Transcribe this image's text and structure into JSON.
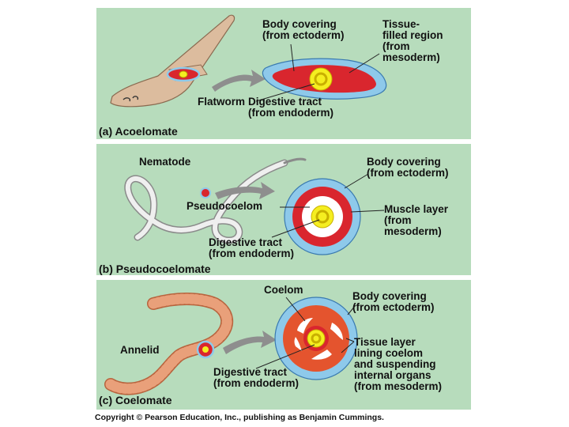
{
  "panels": {
    "a": {
      "caption": "(a) Acoelomate",
      "labels": {
        "body_covering": "Body covering\n(from ectoderm)",
        "tissue_region": "Tissue-\nfilled region\n(from\nmesoderm)",
        "organism": "Flatworm",
        "digestive": "Digestive tract\n(from endoderm)"
      }
    },
    "b": {
      "caption": "(b) Pseudocoelomate",
      "labels": {
        "organism": "Nematode",
        "body_covering": "Body covering\n(from ectoderm)",
        "cavity": "Pseudocoelom",
        "muscle": "Muscle layer\n(from\nmesoderm)",
        "digestive": "Digestive tract\n(from endoderm)"
      }
    },
    "c": {
      "caption": "(c) Coelomate",
      "labels": {
        "cavity": "Coelom",
        "body_covering": "Body covering\n(from ectoderm)",
        "organism": "Annelid",
        "tissue_layer": "Tissue layer\nlining coelom\nand suspending\ninternal organs\n(from mesoderm)",
        "digestive": "Digestive tract\n(from endoderm)"
      }
    }
  },
  "copyright": "Copyright © Pearson Education, Inc., publishing as Benjamin Cummings.",
  "colors": {
    "panel_bg": "#b7dcbc",
    "ectoderm_blue": "#8ec9ea",
    "mesoderm_red": "#d9262e",
    "endoderm_yellow": "#f5ee20",
    "worm_tan": "#dcbc9e",
    "annelid_orange": "#e9a07a"
  },
  "icons": [
    "flatworm-illustration",
    "nematode-illustration",
    "annelid-illustration",
    "cross-section-diagram",
    "pointer-arrow"
  ]
}
